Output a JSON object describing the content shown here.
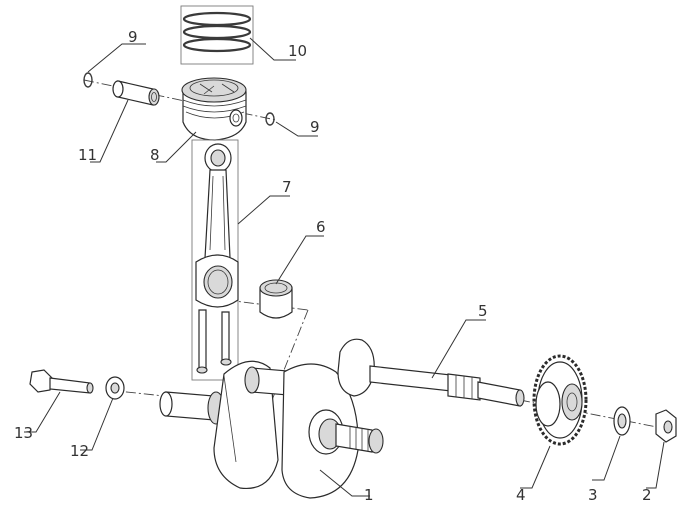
{
  "callouts": [
    {
      "id": "c1",
      "label": "1"
    },
    {
      "id": "c2",
      "label": "2"
    },
    {
      "id": "c3",
      "label": "3"
    },
    {
      "id": "c4",
      "label": "4"
    },
    {
      "id": "c5",
      "label": "5"
    },
    {
      "id": "c6",
      "label": "6"
    },
    {
      "id": "c7",
      "label": "7"
    },
    {
      "id": "c8",
      "label": "8"
    },
    {
      "id": "c9a",
      "label": "9"
    },
    {
      "id": "c9b",
      "label": "9"
    },
    {
      "id": "c10",
      "label": "10"
    },
    {
      "id": "c11",
      "label": "11"
    },
    {
      "id": "c12",
      "label": "12"
    },
    {
      "id": "c13",
      "label": "13"
    }
  ]
}
